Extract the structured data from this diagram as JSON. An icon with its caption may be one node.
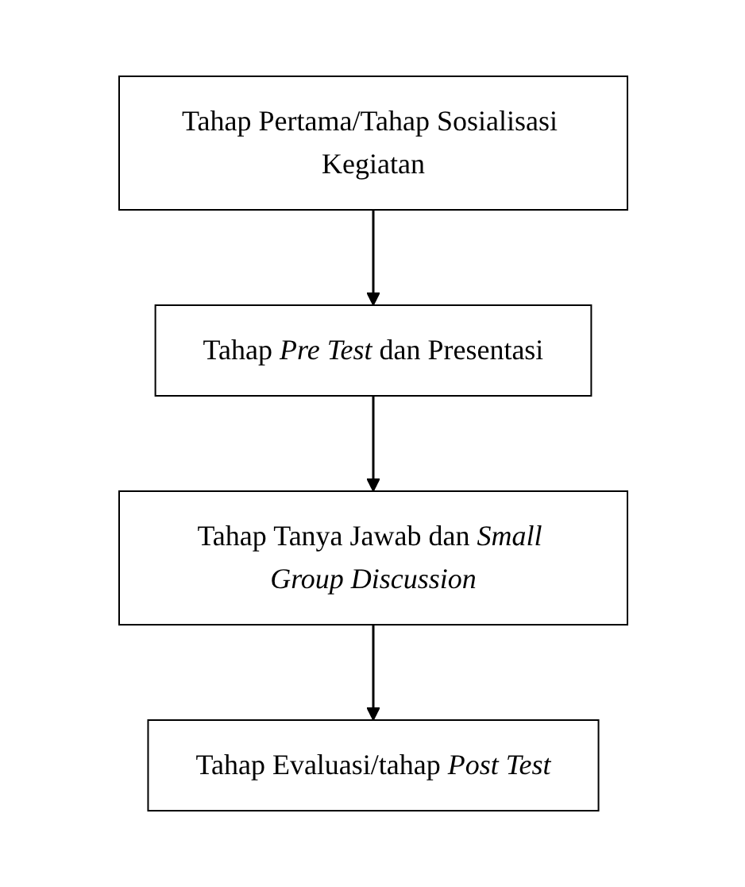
{
  "diagram": {
    "nodes": [
      {
        "text": [
          "Tahap Pertama/Tahap Sosialisasi Kegiatan"
        ]
      },
      {
        "text": [
          "Tahap *Pre Test* dan Presentasi"
        ]
      },
      {
        "text": [
          "Tahap Tanya Jawab dan *Small Group Discussion*"
        ]
      },
      {
        "text": [
          "Tahap Evaluasi/tahap *Post Test*"
        ]
      }
    ],
    "edges": [
      {
        "from": 0,
        "to": 1,
        "arrow": "to"
      },
      {
        "from": 1,
        "to": 2,
        "arrow": "to"
      },
      {
        "from": 2,
        "to": 3,
        "arrow": "to"
      }
    ]
  }
}
